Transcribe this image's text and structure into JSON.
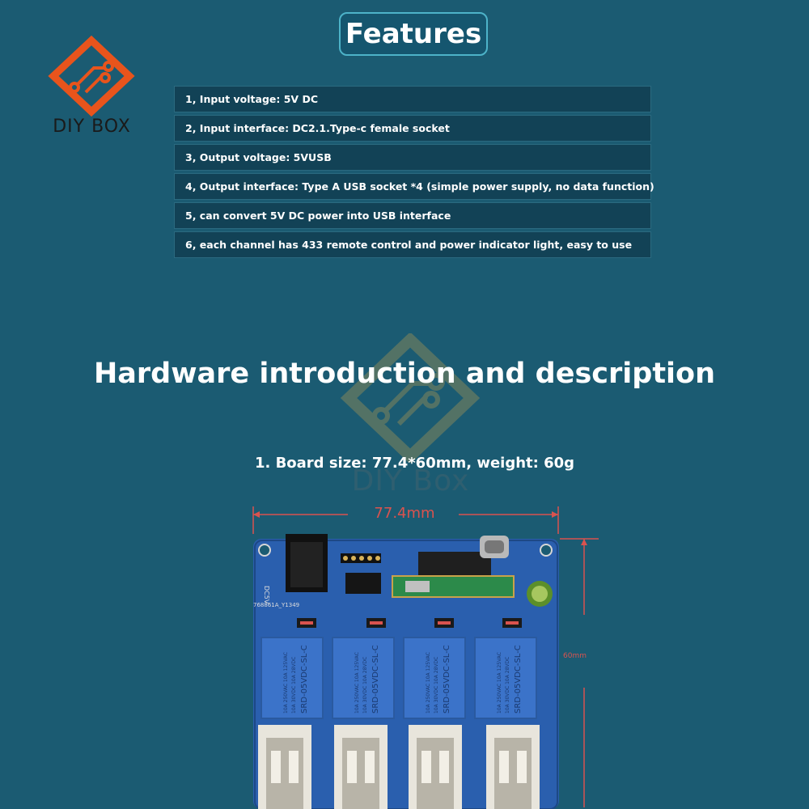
{
  "logo": {
    "text": "DIY BOX"
  },
  "features": {
    "title": "Features",
    "items": [
      "1, Input voltage: 5V DC",
      "2, Input interface: DC2.1.Type-c female socket",
      "3, Output voltage: 5VUSB",
      "4, Output interface: Type A USB socket *4 (simple power supply, no data function)",
      "5, can convert 5V DC power into USB interface",
      "6, each channel has 433 remote control and power indicator light, easy to use"
    ]
  },
  "hardware": {
    "title": "Hardware introduction and description",
    "board_size": "1. Board size: 77.4*60mm, weight: 60g"
  },
  "watermark": {
    "text": "DIY Box"
  },
  "dimensions": {
    "width_label": "77.4mm",
    "height_label": "60mm"
  },
  "board": {
    "dc_label": "DC5V",
    "model_label": "768861A_Y1349",
    "relay_text_1": "SRD-05VDC-SL-C",
    "relay_text_2": "10A 250VAC 10A 125VAC",
    "relay_text_3": "10A 30VDC 10A 28VDC",
    "colors": {
      "pcb": "#2a5fae",
      "relay": "#3b73c9",
      "usb": "#e8e5dc"
    }
  }
}
